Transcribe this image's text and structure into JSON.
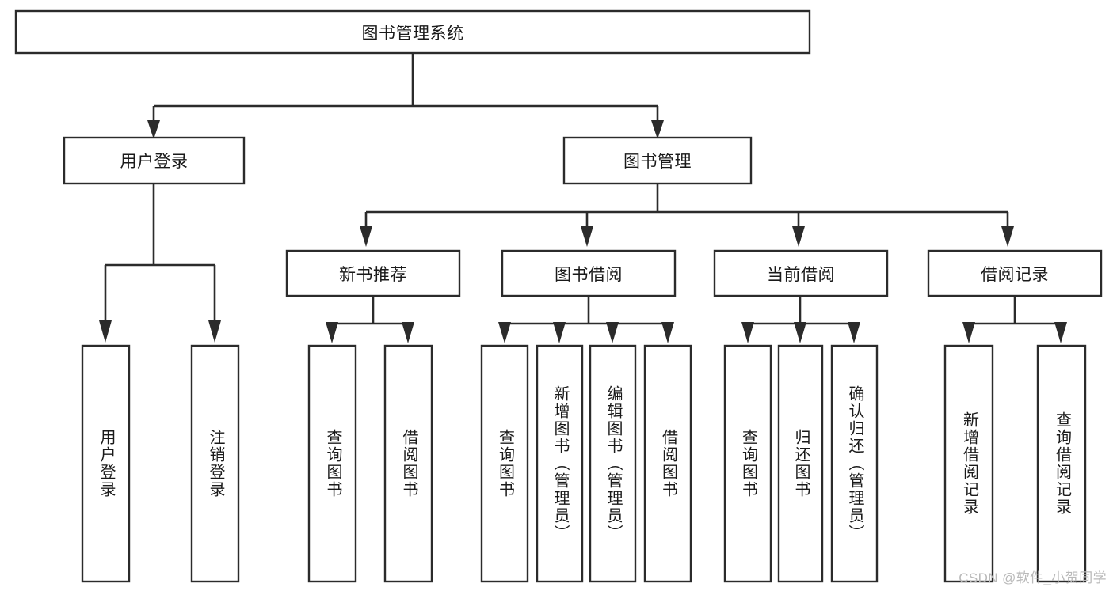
{
  "diagram": {
    "type": "hierarchy-tree",
    "title": "图书管理系统",
    "watermark": "CSDN @软件_小贺同学",
    "colors": {
      "background": "#ffffff",
      "box_fill": "#ffffff",
      "stroke": "#2b2b2b",
      "text": "#1a1a1a",
      "watermark": "#b9b9b9"
    },
    "levels": {
      "root": {
        "label": "图书管理系统"
      },
      "level2": [
        {
          "label": "用户登录"
        },
        {
          "label": "图书管理"
        }
      ],
      "level3": [
        {
          "label": "新书推荐"
        },
        {
          "label": "图书借阅"
        },
        {
          "label": "当前借阅"
        },
        {
          "label": "借阅记录"
        }
      ],
      "leaves": {
        "user_login": [
          {
            "label": "用户登录"
          },
          {
            "label": "注销登录"
          }
        ],
        "new_book_recommend": [
          {
            "label": "查询图书"
          },
          {
            "label": "借阅图书"
          }
        ],
        "book_borrow": [
          {
            "label": "查询图书"
          },
          {
            "label": "新增图书（管理员）"
          },
          {
            "label": "编辑图书（管理员）"
          },
          {
            "label": "借阅图书"
          }
        ],
        "current_borrow": [
          {
            "label": "查询图书"
          },
          {
            "label": "归还图书"
          },
          {
            "label": "确认归还（管理员）"
          }
        ],
        "borrow_record": [
          {
            "label": "新增借阅记录"
          },
          {
            "label": "查询借阅记录"
          }
        ]
      }
    }
  }
}
